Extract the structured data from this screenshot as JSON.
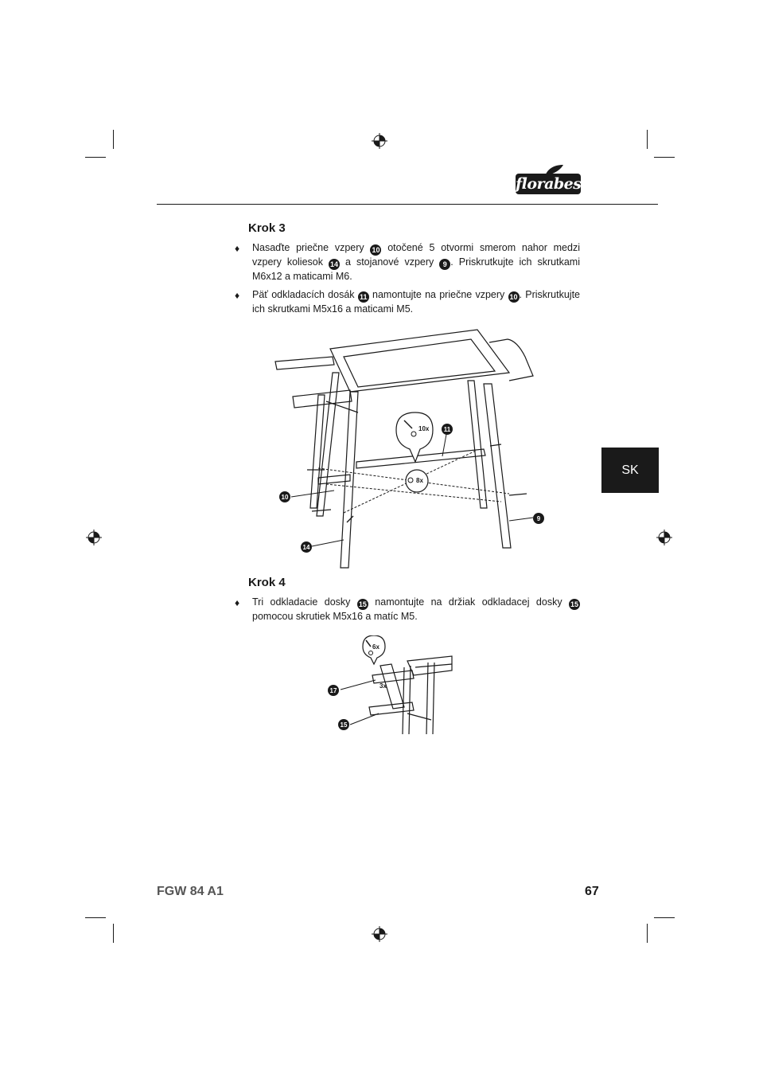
{
  "brand": {
    "logo_text": "florabest"
  },
  "language_tab": "SK",
  "step3": {
    "heading": "Krok 3",
    "bullet1": {
      "part1": "Nasaďte priečne vzpery ",
      "ref1": "10",
      "part2": " otočené 5 otvormi smerom nahor medzi vzpery koliesok ",
      "ref2": "14",
      "part3": " a stojanové vzpery ",
      "ref3": "9",
      "part4": ". Priskrutkujte ich skrutkami M6x12 a maticami M6."
    },
    "bullet2": {
      "part1": "Päť odkladacích dosák ",
      "ref1": "11",
      "part2": " namontujte na priečne vzpery ",
      "ref2": "10",
      "part3": ". Priskrutkujte ich skrutkami M5x16 a maticami M5."
    },
    "figure": {
      "callout_screws": "10x",
      "callout_nuts": "8x",
      "refs": [
        "11",
        "10",
        "9",
        "14"
      ]
    }
  },
  "step4": {
    "heading": "Krok 4",
    "bullet1": {
      "part1": "Tri odkladacie dosky ",
      "ref1": "15",
      "part2": " namontujte na držiak odkladacej dosky ",
      "ref2": "15",
      "part3": " pomocou skrutiek M5x16 a matíc M5."
    },
    "figure": {
      "callout_screws": "6x",
      "callout_count": "3x",
      "refs": [
        "17",
        "15"
      ]
    }
  },
  "footer": {
    "model": "FGW 84 A1",
    "page": "67"
  },
  "bullet_symbol": "♦"
}
